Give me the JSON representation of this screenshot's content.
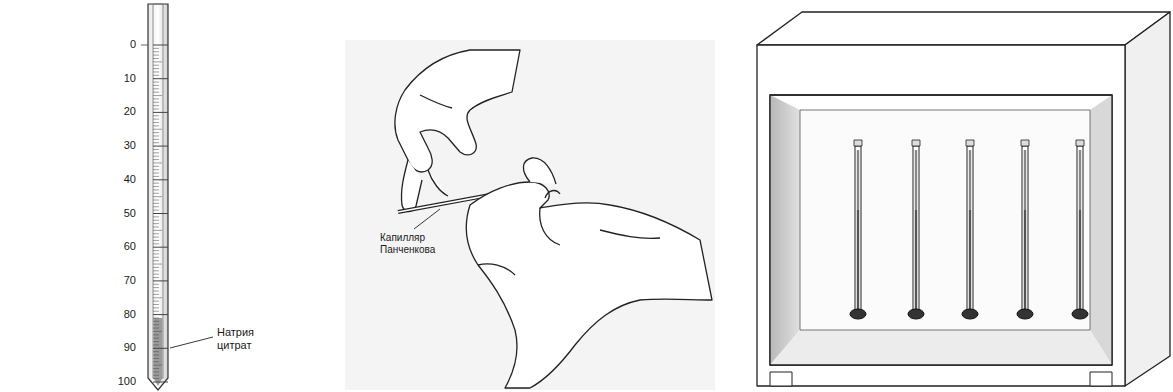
{
  "diagram": {
    "labels": [
      "0",
      "10",
      "20",
      "30",
      "40",
      "50",
      "60",
      "70",
      "80",
      "90",
      "100",
      "Натрия цитрат",
      "Капилляр Панченкова"
    ]
  }
}
